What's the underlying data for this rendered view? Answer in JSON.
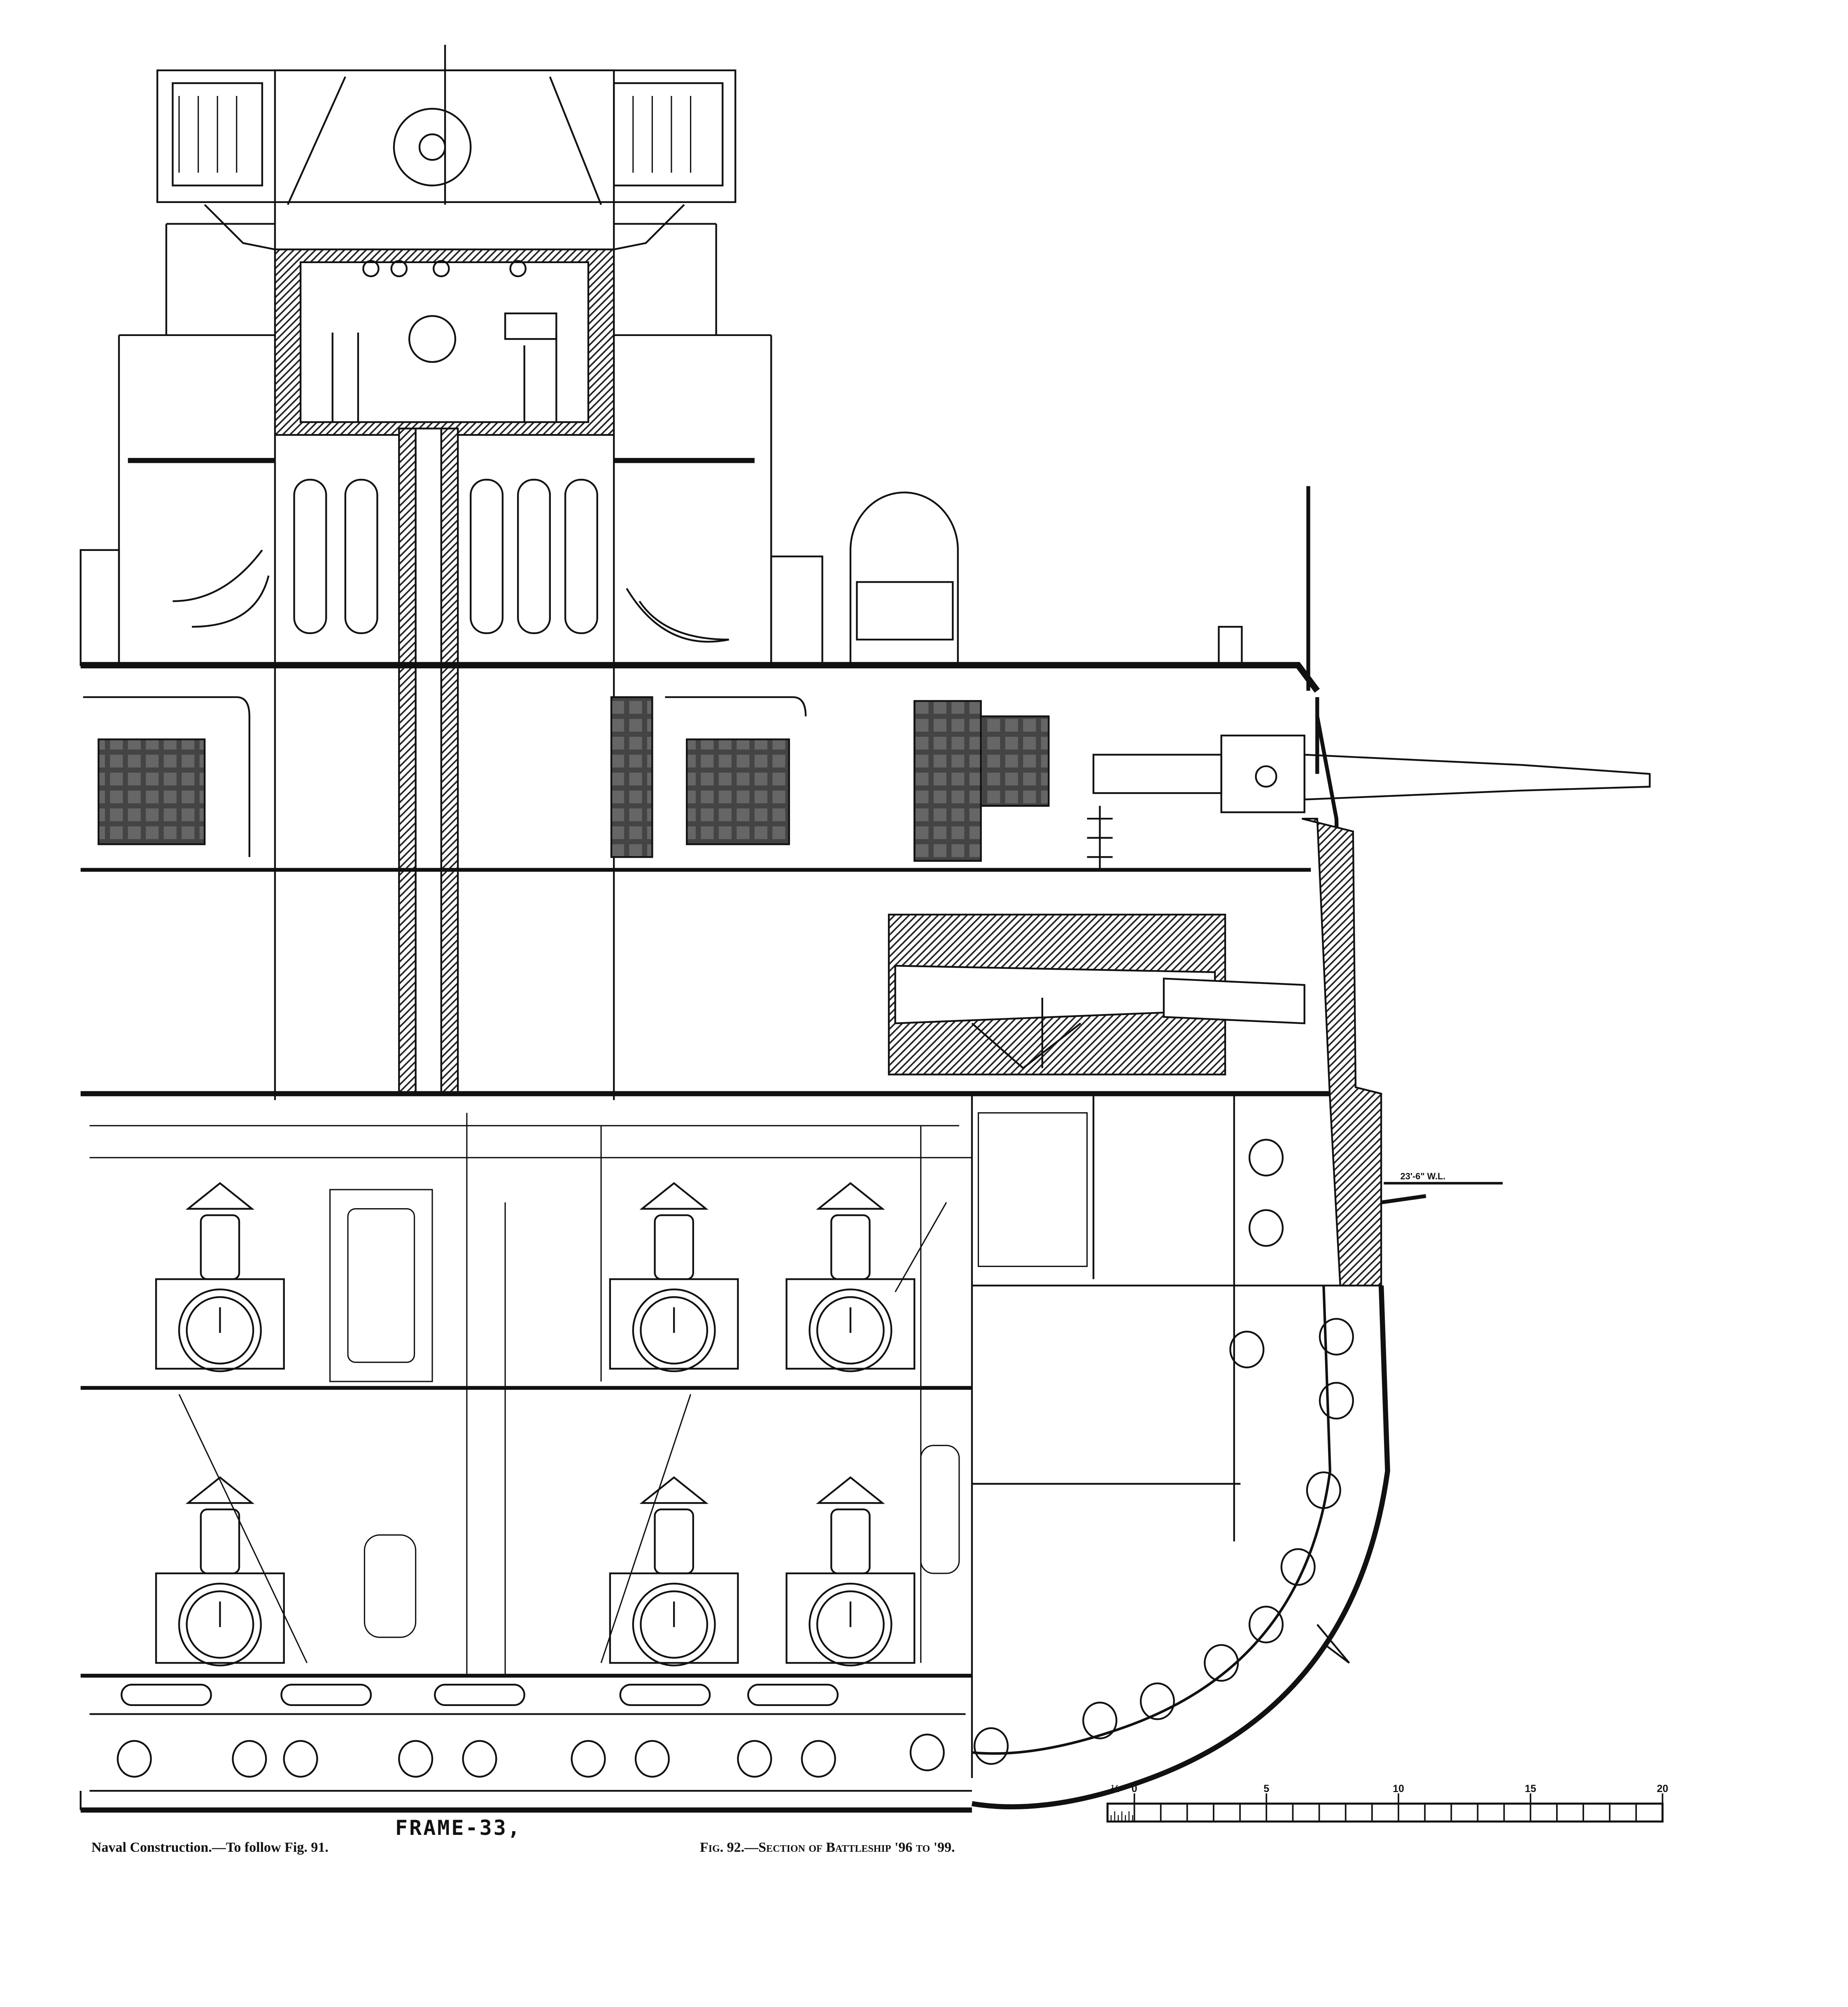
{
  "figure": {
    "caption_left": "Naval Construction.—To follow Fig. 91.",
    "caption_right": "Fig. 92.—Section of Battleship '96 to '99.",
    "frame_label": "FRAME-33,",
    "waterline_label": "23'-6\" W.L."
  },
  "scale_bar": {
    "labels": [
      "½",
      "0",
      "5",
      "10",
      "15",
      "20"
    ],
    "divisions": 20
  },
  "colors": {
    "ink": "#111111",
    "paper": "#ffffff",
    "hatch": "#333333"
  }
}
